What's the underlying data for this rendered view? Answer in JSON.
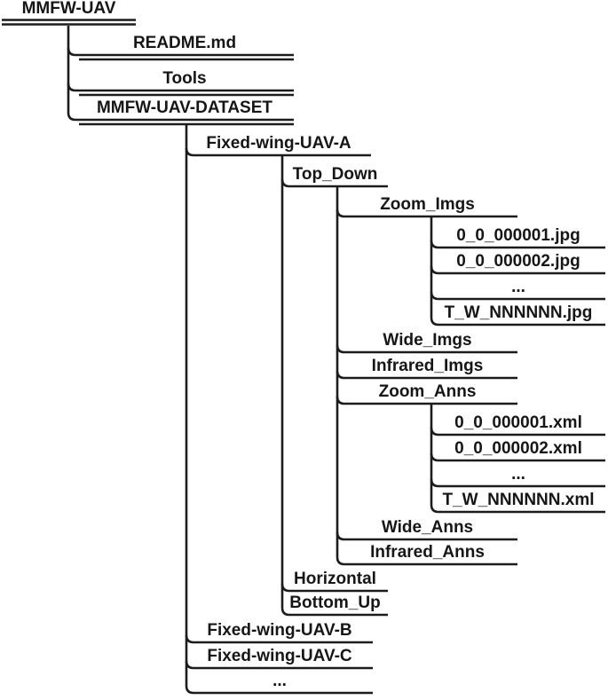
{
  "figure": {
    "description": "Directory tree of the MMFW-UAV dataset"
  },
  "styles": {
    "line_color": "#1c1c1c",
    "text_color": "#161616",
    "background": "#ffffff"
  },
  "tree": {
    "label": "MMFW-UAV",
    "children": [
      {
        "label": "README.md"
      },
      {
        "label": "Tools"
      },
      {
        "label": "MMFW-UAV-DATASET",
        "children": [
          {
            "label": "Fixed-wing-UAV-A",
            "children": [
              {
                "label": "Top_Down",
                "children": [
                  {
                    "label": "Zoom_Imgs",
                    "children": [
                      {
                        "label": "0_0_000001.jpg"
                      },
                      {
                        "label": "0_0_000002.jpg"
                      },
                      {
                        "label": "..."
                      },
                      {
                        "label": "T_W_NNNNNN.jpg"
                      }
                    ]
                  },
                  {
                    "label": "Wide_Imgs"
                  },
                  {
                    "label": "Infrared_Imgs"
                  },
                  {
                    "label": "Zoom_Anns",
                    "children": [
                      {
                        "label": "0_0_000001.xml"
                      },
                      {
                        "label": "0_0_000002.xml"
                      },
                      {
                        "label": "..."
                      },
                      {
                        "label": "T_W_NNNNNN.xml"
                      }
                    ]
                  },
                  {
                    "label": "Wide_Anns"
                  },
                  {
                    "label": "Infrared_Anns"
                  }
                ]
              },
              {
                "label": "Horizontal"
              },
              {
                "label": "Bottom_Up"
              }
            ]
          },
          {
            "label": "Fixed-wing-UAV-B"
          },
          {
            "label": "Fixed-wing-UAV-C"
          },
          {
            "label": "..."
          }
        ]
      }
    ]
  }
}
